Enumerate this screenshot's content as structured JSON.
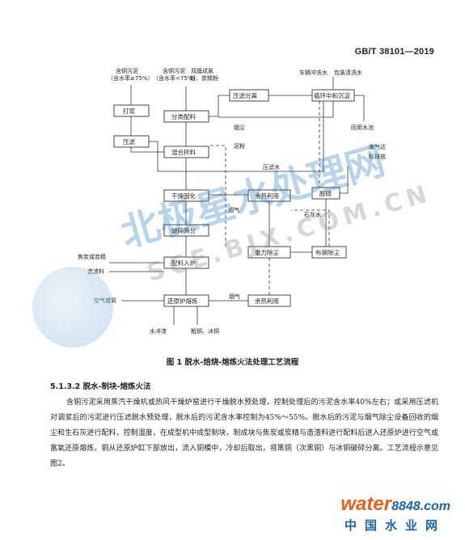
{
  "header": {
    "standard_no": "GB/T 38101—2019"
  },
  "diagram": {
    "inputs": {
      "sludge_high": "含铜污泥",
      "sludge_high_note": "（含水率≥75%）",
      "sludge_low": "含铜污泥",
      "sludge_low_note": "（含水率<75%）",
      "flux": "双膜成氯",
      "flux_note": "粉、炭精粉",
      "coke": "焦炭或炭精",
      "slag_material": "造渣料",
      "air": "空气或氧"
    },
    "boxes": {
      "beating": "打浆",
      "press_filter": "压滤",
      "classify": "分类配料",
      "mixing": "混合拌料",
      "dry_pelletize": "干燥固化",
      "crush_screen": "破碎筛分",
      "furnace_feed": "配料入炉",
      "reduction_furnace": "还原炉熔炼",
      "press_separate": "压滤分离",
      "neutralize": "循环中和沉淀",
      "waste_heat_1": "余热利用",
      "gravity_dust": "重力除尘",
      "waste_heat_2": "余热利用",
      "bag_dust": "布袋除尘",
      "desulfur": "脱硫"
    },
    "labels": {
      "wash_water": "车辆冲洗水",
      "packing_water": "包装清洗水",
      "reuse_water": "回用水池",
      "dust": "烟尘",
      "slag_powder": "泥粉",
      "press_water": "压滤水",
      "flue_gas_1": "烟气",
      "flue_gas_2": "烟气",
      "lime_water": "石灰水",
      "emission_1": "废气达",
      "emission_2": "标排放",
      "water_slag": "水淬渣",
      "crude_copper": "粗铜、冰铜"
    }
  },
  "figure": {
    "caption": "图 1 脱水-焙烧-熔炼火法处理工艺流程"
  },
  "section": {
    "heading": "5.1.3.2 脱水-制块-熔炼火法",
    "paragraph": "含铜污泥采用蒸汽干燥机或热风干燥炉窑进行干燥脱水预处理，控制处理后的污泥含水率40%左右；或采用压滤机对调浆后的污泥进行压滤脱水预处理，脱水后的污泥含水率控制为45%～55%。脱水后的污泥与烟气除尘设备回收的烟尘和生石灰进行配料，控制湿度，在成型机中成型制块，制成块与焦炭或炭精与造渣料进行配料后进入还原炉进行空气或富氧还原熔炼。铜从还原炉缸下部放出，流入铜模中，冷却后取出，将黑铜（次黑铜）与冰铜破碎分离。工艺流程示意见图2。"
  },
  "watermark": {
    "line1": "北极星水处理网",
    "line2": "SCE.BJX.COM.CN"
  },
  "brand": {
    "name": "water",
    "num": "8848",
    "suffix": ".com",
    "cn": "中国水业网"
  }
}
